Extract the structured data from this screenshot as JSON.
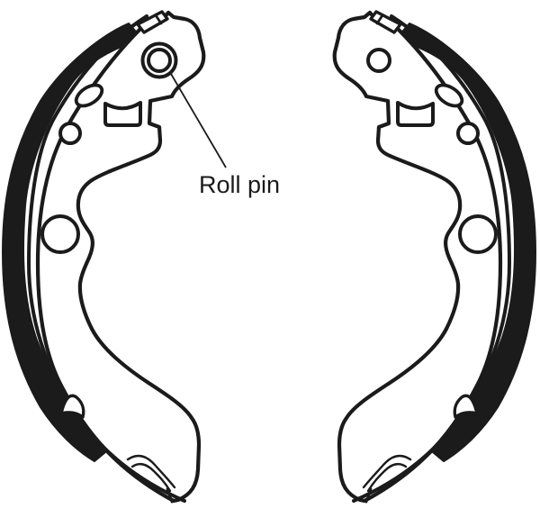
{
  "diagram": {
    "type": "technical-line-drawing",
    "annotation": {
      "label": "Roll pin"
    },
    "parts": [
      {
        "name": "left-brake-shoe"
      },
      {
        "name": "right-brake-shoe"
      }
    ],
    "colors": {
      "line": "#1b1b1b",
      "background": "#ffffff"
    }
  }
}
